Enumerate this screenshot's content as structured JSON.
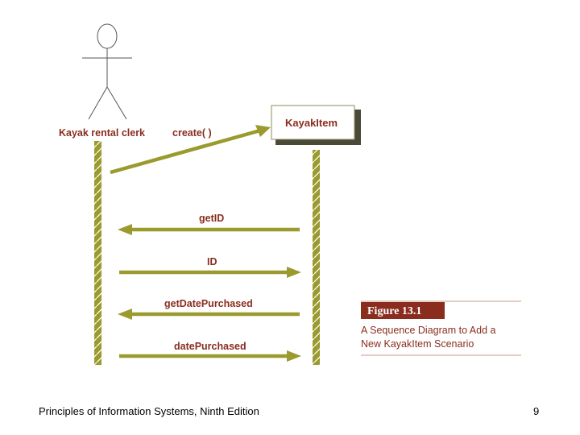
{
  "diagram": {
    "actor_label": "Kayak rental clerk",
    "object_label": "KayakItem",
    "create_message": "create( )",
    "messages": [
      {
        "label": "getID",
        "direction": "left"
      },
      {
        "label": "ID",
        "direction": "right"
      },
      {
        "label": "getDatePurchased",
        "direction": "left"
      },
      {
        "label": "datePurchased",
        "direction": "right"
      }
    ]
  },
  "figure": {
    "title": "Figure 13.1",
    "caption_line1": "A Sequence Diagram to Add a",
    "caption_line2": "New KayakItem Scenario"
  },
  "footer": {
    "book": "Principles of Information Systems, Ninth Edition",
    "page": "9"
  },
  "colors": {
    "lifeline": "#9a9a2e",
    "label_text": "#8a2d1f",
    "figure_title_bg": "#8a2d1f",
    "figure_rule": "#c79a87"
  }
}
